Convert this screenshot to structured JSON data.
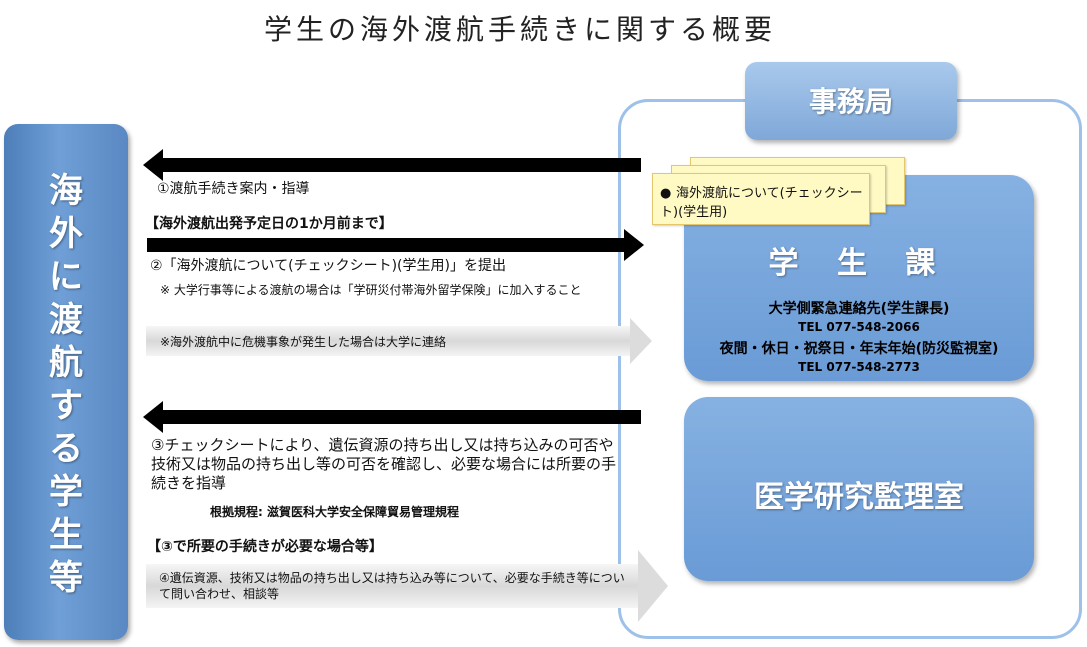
{
  "title": "学生の海外渡航手続きに関する概要",
  "student": {
    "label": "海外に渡航する学生等"
  },
  "office": {
    "title": "事務局",
    "gakusei": {
      "title": "学 生 課",
      "contact1": "大学側緊急連絡先(学生課長)",
      "tel1": "TEL 077-548-2066",
      "contact2": "夜間・休日・祝祭日・年末年始(防災監視室)",
      "tel2": "TEL 077-548-2773"
    },
    "igaku": {
      "title": "医学研究監理室"
    },
    "checksheet": {
      "bullet": "●",
      "text": "海外渡航について(チェックシート)(学生用)"
    }
  },
  "flow": {
    "step1": "①渡航手続き案内・指導",
    "deadline": "【海外渡航出発予定日の1か月前まで】",
    "step2": "②「海外渡航について(チェックシート)(学生用)」を提出",
    "note1": "※ 大学行事等による渡航の場合は「学研災付帯海外留学保険」に加入すること",
    "note2": "※海外渡航中に危機事象が発生した場合は大学に連絡",
    "step3": "③チェックシートにより、遺伝資源の持ち出し又は持ち込みの可否や技術又は物品の持ち出し等の可否を確認し、必要な場合には所要の手続きを指導",
    "rule": "根拠規程: 滋賀医科大学安全保障貿易管理規程",
    "condition": "【③で所要の手続きが必要な場合等】",
    "step4": "④遺伝資源、技術又は物品の持ち出し又は持ち込み等について、必要な手続き等について問い合わせ、相談等"
  }
}
